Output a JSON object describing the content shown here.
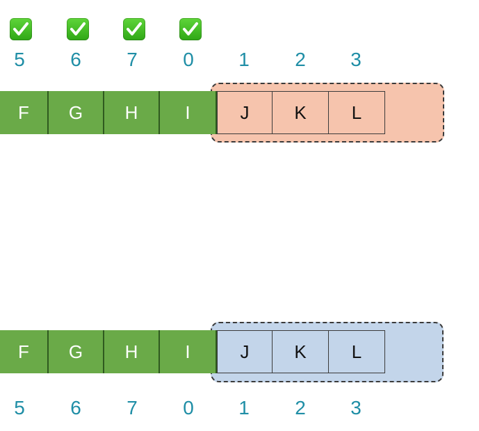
{
  "colors": {
    "green": "#6aaa48",
    "peach": "#f6c4ad",
    "blue": "#c3d5ea",
    "index_text": "#1f8ea6"
  },
  "top_checks": [
    "check-icon",
    "check-icon",
    "check-icon",
    "check-icon"
  ],
  "top_numbers": [
    "5",
    "6",
    "7",
    "0",
    "1",
    "2",
    "3"
  ],
  "top_row": {
    "filled": [
      "F",
      "G",
      "H",
      "I"
    ],
    "pending": [
      "J",
      "K",
      "L"
    ]
  },
  "bottom_row": {
    "filled": [
      "F",
      "G",
      "H",
      "I"
    ],
    "pending": [
      "J",
      "K",
      "L"
    ]
  },
  "bottom_numbers": [
    "5",
    "6",
    "7",
    "0",
    "1",
    "2",
    "3"
  ]
}
